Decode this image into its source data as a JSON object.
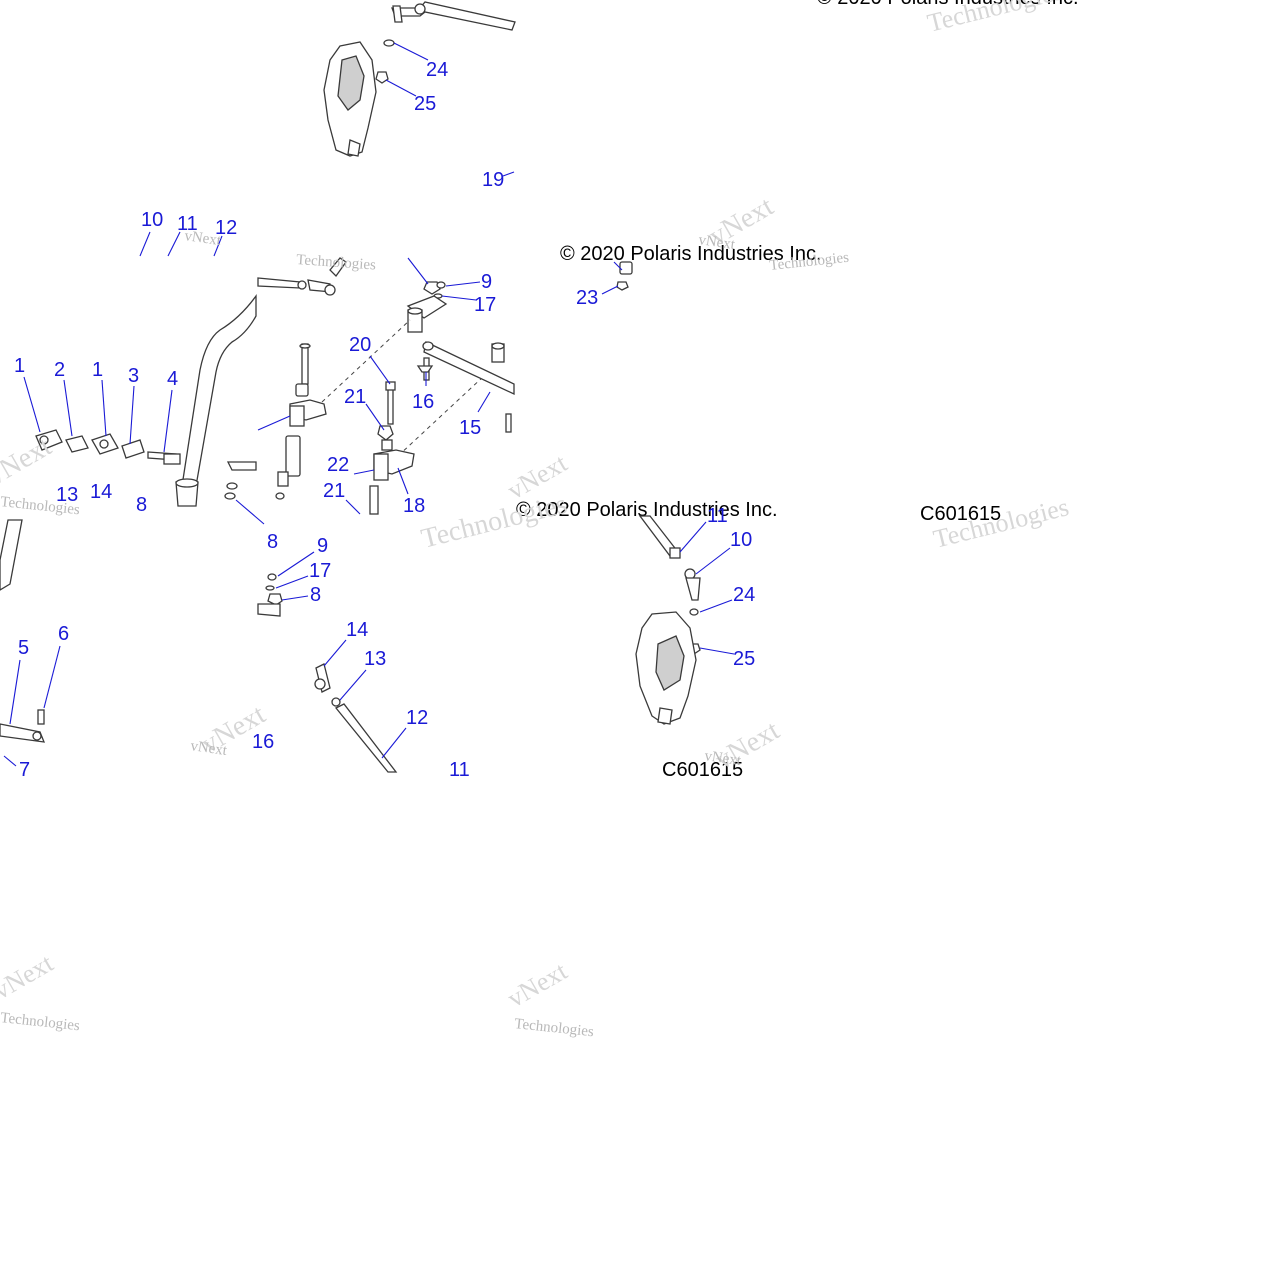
{
  "copyright": "© 2020 Polaris Industries Inc.",
  "drawing_code": "C601615",
  "watermark": {
    "line1": "vNext",
    "line2": "Technologies"
  },
  "callouts": {
    "top_tie_rod": [
      "24",
      "25",
      "19"
    ],
    "upper_left": [
      "10",
      "11",
      "12"
    ],
    "left_linkage": [
      "1",
      "2",
      "1",
      "3",
      "4"
    ],
    "left_lower": [
      "16",
      "13",
      "14",
      "8"
    ],
    "center_steering": [
      "9",
      "17",
      "20",
      "21",
      "16",
      "15",
      "22",
      "21",
      "18"
    ],
    "right_small": [
      "23"
    ],
    "lower_center": [
      "8",
      "9",
      "17",
      "8",
      "14",
      "13",
      "12",
      "11",
      "16"
    ],
    "lower_left": [
      "5",
      "6",
      "7"
    ],
    "lower_right": [
      "11",
      "10",
      "24",
      "25"
    ]
  }
}
